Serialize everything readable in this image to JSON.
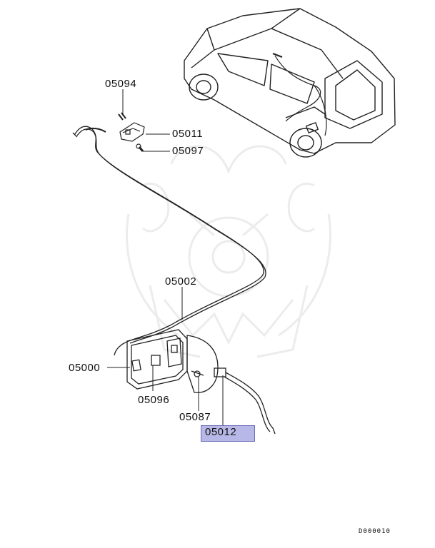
{
  "parts": [
    {
      "id": "05094",
      "highlighted": false
    },
    {
      "id": "05011",
      "highlighted": false
    },
    {
      "id": "05097",
      "highlighted": false
    },
    {
      "id": "05002",
      "highlighted": false
    },
    {
      "id": "05000",
      "highlighted": false
    },
    {
      "id": "05096",
      "highlighted": false
    },
    {
      "id": "05087",
      "highlighted": false
    },
    {
      "id": "05012",
      "highlighted": true
    }
  ],
  "diagram_code": "D000010",
  "highlight_color": "#b8b8e8",
  "watermark": "samurai-mask-logo"
}
